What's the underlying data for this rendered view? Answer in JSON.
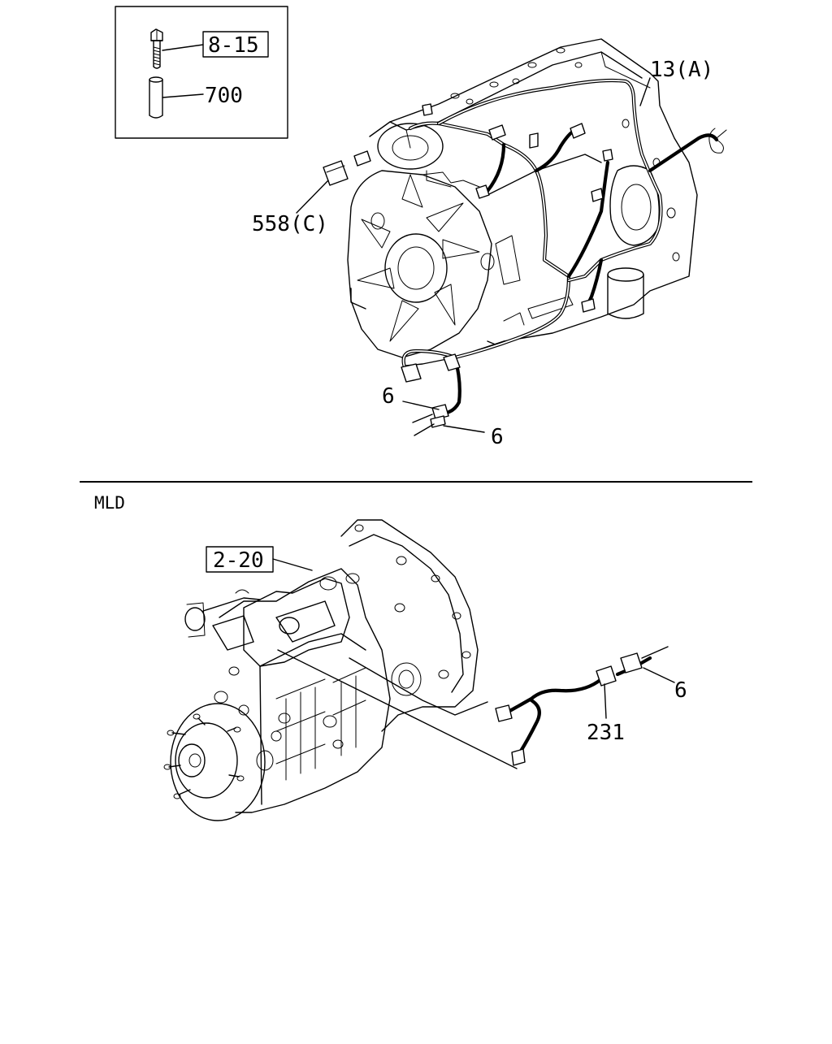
{
  "top_section": {
    "inset_box": {
      "bolt_ref": "8-15",
      "sleeve_ref": "700"
    },
    "callouts": {
      "harness": "13(A)",
      "connector": "558(C)",
      "clip_upper": "6",
      "clip_lower": "6"
    }
  },
  "bottom_section": {
    "variant_label": "MLD",
    "transmission_ref": "2-20",
    "callouts": {
      "harness": "231",
      "clip": "6"
    }
  }
}
